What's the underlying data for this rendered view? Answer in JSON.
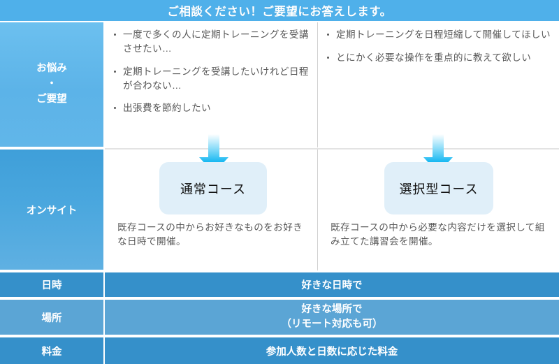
{
  "header": {
    "title": "ご相談ください！ご要望にお答えします。"
  },
  "rows": {
    "troubles": {
      "label_lines": [
        "お悩み",
        "・",
        "ご要望"
      ],
      "left_bullets": [
        "一度で多くの人に定期トレーニングを受講させたい…",
        "定期トレーニングを受講したいけれど日程が合わない…",
        "出張費を節約したい"
      ],
      "right_bullets": [
        "定期トレーニングを日程短縮して開催してほしい",
        "とにかく必要な操作を重点的に教えて欲しい"
      ]
    },
    "onsite": {
      "label": "オンサイト",
      "left_course": {
        "name": "通常コース",
        "description": "既存コースの中からお好きなものをお好きな日時で開催。"
      },
      "right_course": {
        "name": "選択型コース",
        "description": "既存コースの中から必要な内容だけを選択して組み立てた講習会を開催。"
      }
    },
    "when": {
      "label": "日時",
      "value": "好きな日時で"
    },
    "where": {
      "label": "場所",
      "value_lines": [
        "好きな場所で",
        "（リモート対応も可）"
      ]
    },
    "price": {
      "label": "料金",
      "value": "参加人数と日数に応じた料金"
    }
  },
  "colors": {
    "header_blue": "#4fb0ea",
    "row_dark_blue": "#3590ca",
    "row_light_blue": "#5ba5d5",
    "course_box": "#e0eff9",
    "arrow_cyan": "#00b0f0",
    "body_text": "#595959"
  }
}
